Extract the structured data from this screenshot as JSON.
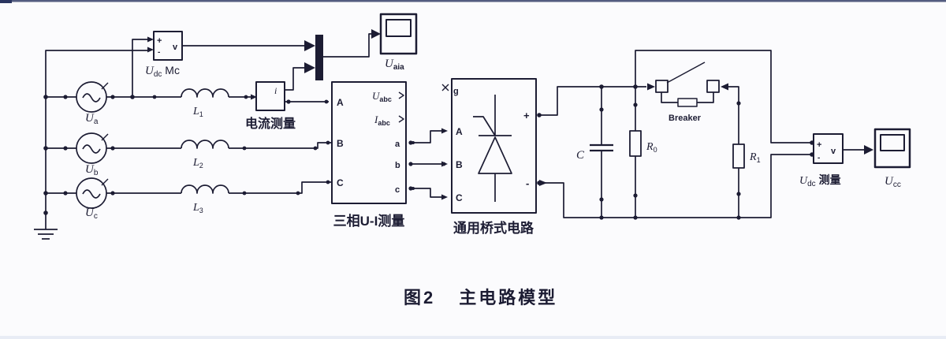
{
  "colors": {
    "ink": "#1c1c33",
    "background": "#fbfbfd",
    "top_edge": "#2a3560",
    "bottom_edge": "#e8ecf5"
  },
  "caption": {
    "figure_no": "图2",
    "title": "主电路模型"
  },
  "sources": [
    {
      "base": "U",
      "sub": "a"
    },
    {
      "base": "U",
      "sub": "b"
    },
    {
      "base": "U",
      "sub": "c"
    }
  ],
  "inductors": [
    {
      "base": "L",
      "sub": "1"
    },
    {
      "base": "L",
      "sub": "2"
    },
    {
      "base": "L",
      "sub": "3"
    }
  ],
  "source_voltmeter": {
    "plus": "+",
    "minus": "-",
    "out_port": "v",
    "label_base": "U",
    "label_sub": "dc",
    "label_rest": " Mc"
  },
  "scope_top_label": {
    "base": "U",
    "sub": "aia"
  },
  "current_sensor": {
    "port": "i",
    "label": "电流测量"
  },
  "three_phase_meter": {
    "label": "三相U-I测量",
    "in_ports": [
      "A",
      "B",
      "C"
    ],
    "signal_outs": [
      {
        "base": "U",
        "sub": "abc"
      },
      {
        "base": "I",
        "sub": "abc"
      }
    ],
    "out_ports": [
      "a",
      "b",
      "c"
    ]
  },
  "bridge": {
    "label": "通用桥式电路",
    "gate_port": "g",
    "in_ports": [
      "A",
      "B",
      "C"
    ],
    "plus_port": "+",
    "minus_port": "-"
  },
  "capacitor_label": "C",
  "resistor0": {
    "base": "R",
    "sub": "0"
  },
  "resistor1": {
    "base": "R",
    "sub": "1"
  },
  "breaker_label": "Breaker",
  "dc_voltmeter": {
    "plus": "+",
    "minus": "-",
    "out_port": "v",
    "label_base": "U",
    "label_sub": "dc",
    "label_rest": " 测量"
  },
  "scope_right_label": {
    "base": "U",
    "sub": "cc"
  }
}
